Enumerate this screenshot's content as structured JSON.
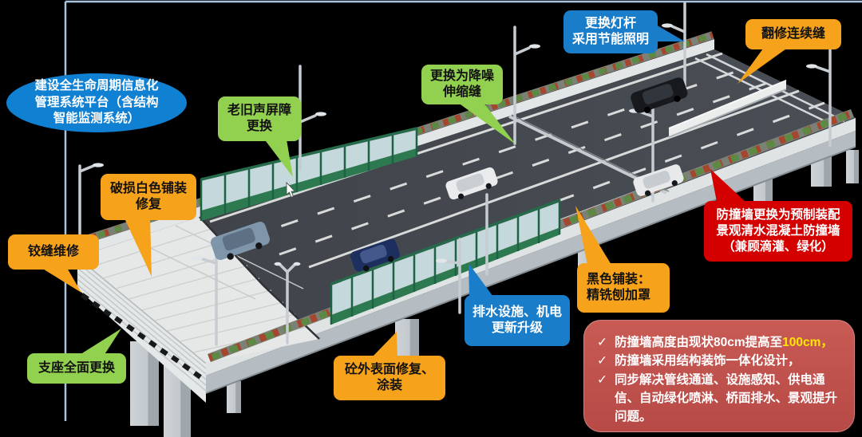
{
  "ellipse": {
    "text": "建设全生命周期信息化\n管理系统平台（含结构\n智能监测系统）"
  },
  "callouts": {
    "old_barrier": {
      "text": "老旧声屏障\n更换",
      "type": "green"
    },
    "noise_joint": {
      "text": "更换为降噪\n伸缩缝",
      "type": "green"
    },
    "lamp": {
      "text": "更换灯杆\n采用节能照明",
      "type": "blue"
    },
    "continuous_joint": {
      "text": "翻修连续缝",
      "type": "orange"
    },
    "white_pavement": {
      "text": "破损白色铺装\n修复",
      "type": "orange"
    },
    "hinge": {
      "text": "铰缝维修",
      "type": "orange"
    },
    "bearing": {
      "text": "支座全面更换",
      "type": "green"
    },
    "concrete_surface": {
      "text": "砼外表面修复、\n涂装",
      "type": "orange"
    },
    "drainage": {
      "text": "排水设施、机电\n更新升级",
      "type": "blue"
    },
    "black_pavement": {
      "text": "黑色铺装：\n精铣刨加罩",
      "type": "orange"
    },
    "barrier_wall": {
      "text": "防撞墙更换为预制装配\n景观清水混凝土防撞墙\n（兼顾滴灌、绿化）",
      "type": "red"
    }
  },
  "summary": {
    "check": "✓",
    "items": [
      {
        "text": "防撞墙高度由现状80cm提高至",
        "highlight": "100cm，"
      },
      {
        "text": "防撞墙采用结构装饰一体化设计，",
        "highlight": ""
      },
      {
        "text": "同步解决管线通道、设施感知、供电通信、自动绿化喷淋、桥面排水、景观提升问题。",
        "highlight": ""
      }
    ]
  },
  "cars": [
    {
      "name": "blue-gray-suv",
      "color": "#7F95A9"
    },
    {
      "name": "navy-hatchback",
      "color": "#1C2F5E"
    },
    {
      "name": "white-sedan",
      "color": "#E9EBED"
    },
    {
      "name": "black-suv",
      "color": "#17191D"
    },
    {
      "name": "white-sedan-2",
      "color": "#E7E9EB"
    }
  ],
  "colors": {
    "background": "#000000",
    "green": "#92D050",
    "orange": "#F7A21B",
    "blue": "#1A7DC9",
    "red": "#D40000",
    "ellipse_blue": "#1080D2",
    "summary_bg_top": "#C95B55",
    "summary_bg_bottom": "#B74946",
    "summary_highlight": "#FFE500",
    "guide_line": "#A9C3DE",
    "asphalt": "#42464C",
    "concrete_pavement": "#E5E8E7",
    "barrier_green": "#2E7A50",
    "barrier_glass": "#C5D8DB"
  }
}
